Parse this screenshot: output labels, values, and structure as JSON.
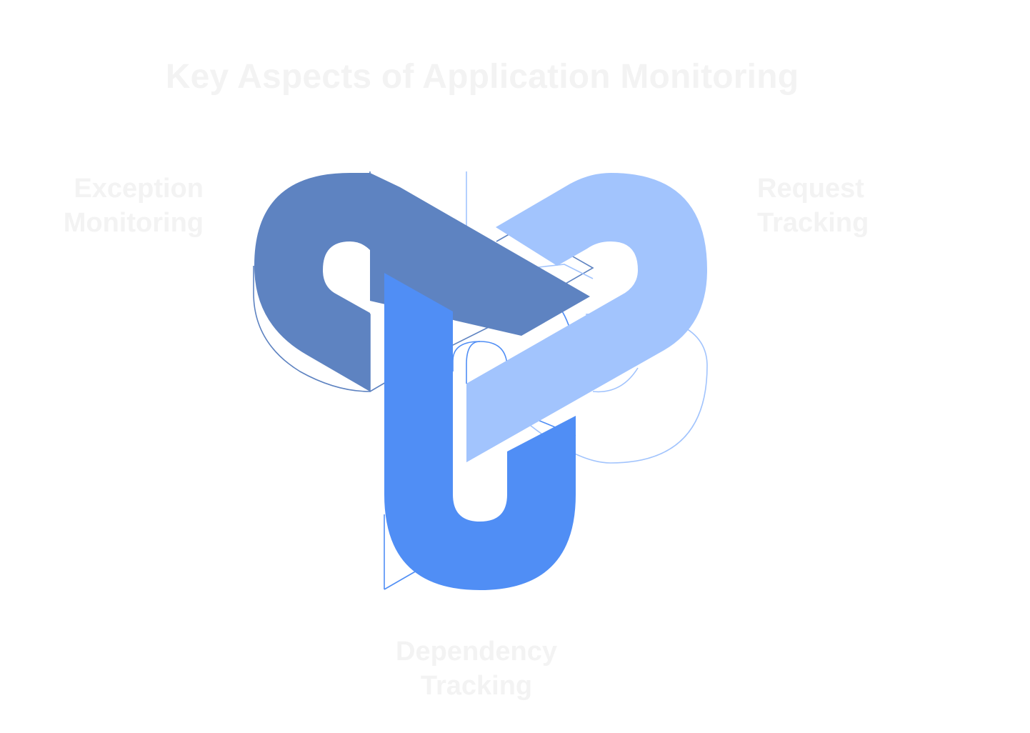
{
  "title": "Key Aspects of Application Monitoring",
  "aspects": [
    {
      "line1": "Exception",
      "line2": "Monitoring",
      "color": "#5e83c1"
    },
    {
      "line1": "Request",
      "line2": "Tracking",
      "color": "#a2c4fd"
    },
    {
      "line1": "Dependency",
      "line2": "Tracking",
      "color": "#508ef5"
    }
  ],
  "colors": {
    "background": "#ffffff",
    "label_text": "#f3f3f3"
  }
}
